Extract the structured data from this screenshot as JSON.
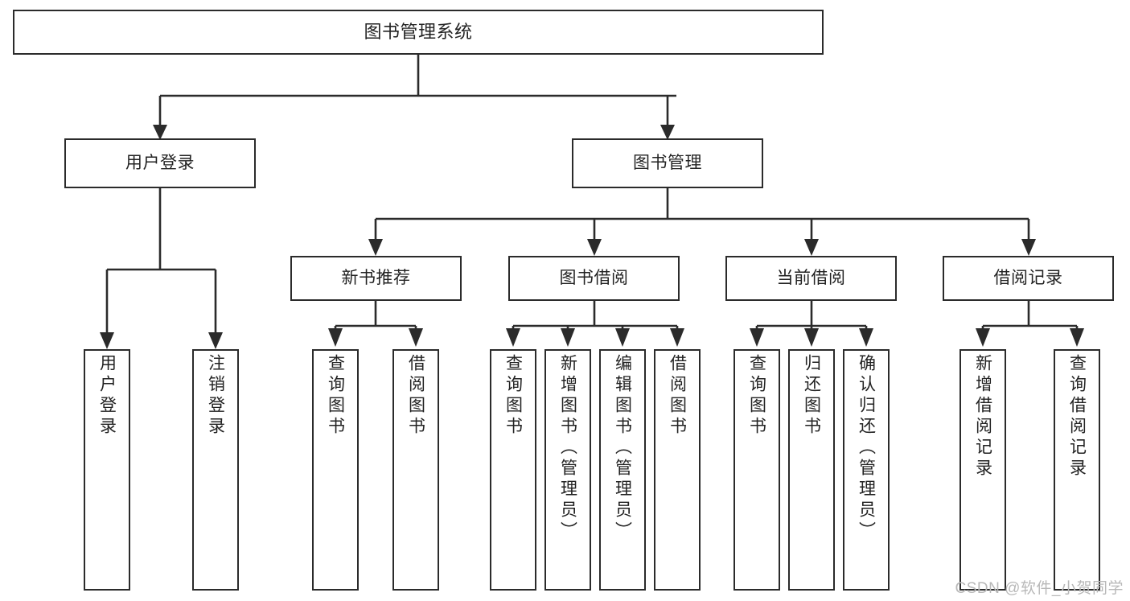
{
  "diagram": {
    "title": "图书管理系统",
    "type": "tree-hierarchy-diagram",
    "colors": {
      "box_border": "#2b2b2b",
      "box_fill": "#ffffff",
      "connector": "#2b2b2b",
      "text": "#222222",
      "watermark": "#b8b8b8"
    },
    "levels": {
      "root": {
        "label": "图书管理系统"
      },
      "level1": [
        {
          "id": "user-login",
          "label": "用户登录"
        },
        {
          "id": "book-management",
          "label": "图书管理"
        }
      ],
      "level2": [
        {
          "id": "new-book-recommend",
          "label": "新书推荐"
        },
        {
          "id": "book-borrow",
          "label": "图书借阅"
        },
        {
          "id": "current-borrow",
          "label": "当前借阅"
        },
        {
          "id": "borrow-record",
          "label": "借阅记录"
        }
      ],
      "leaves": [
        {
          "id": "leaf-user-login",
          "label": "用户登录",
          "parent": "user-login"
        },
        {
          "id": "leaf-logout",
          "label": "注销登录",
          "parent": "user-login"
        },
        {
          "id": "leaf-query-book-1",
          "label": "查询图书",
          "parent": "new-book-recommend"
        },
        {
          "id": "leaf-borrow-book-1",
          "label": "借阅图书",
          "parent": "new-book-recommend"
        },
        {
          "id": "leaf-query-book-2",
          "label": "查询图书",
          "parent": "book-borrow"
        },
        {
          "id": "leaf-add-book",
          "label": "新增图书（管理员）",
          "parent": "book-borrow"
        },
        {
          "id": "leaf-edit-book",
          "label": "编辑图书（管理员）",
          "parent": "book-borrow"
        },
        {
          "id": "leaf-borrow-book-2",
          "label": "借阅图书",
          "parent": "book-borrow"
        },
        {
          "id": "leaf-query-book-3",
          "label": "查询图书",
          "parent": "current-borrow"
        },
        {
          "id": "leaf-return-book",
          "label": "归还图书",
          "parent": "current-borrow"
        },
        {
          "id": "leaf-confirm-return",
          "label": "确认归还（管理员）",
          "parent": "current-borrow"
        },
        {
          "id": "leaf-add-record",
          "label": "新增借阅记录",
          "parent": "borrow-record"
        },
        {
          "id": "leaf-query-record",
          "label": "查询借阅记录",
          "parent": "borrow-record"
        }
      ]
    }
  },
  "watermark": {
    "text": "CSDN @软件_小贺同学"
  }
}
